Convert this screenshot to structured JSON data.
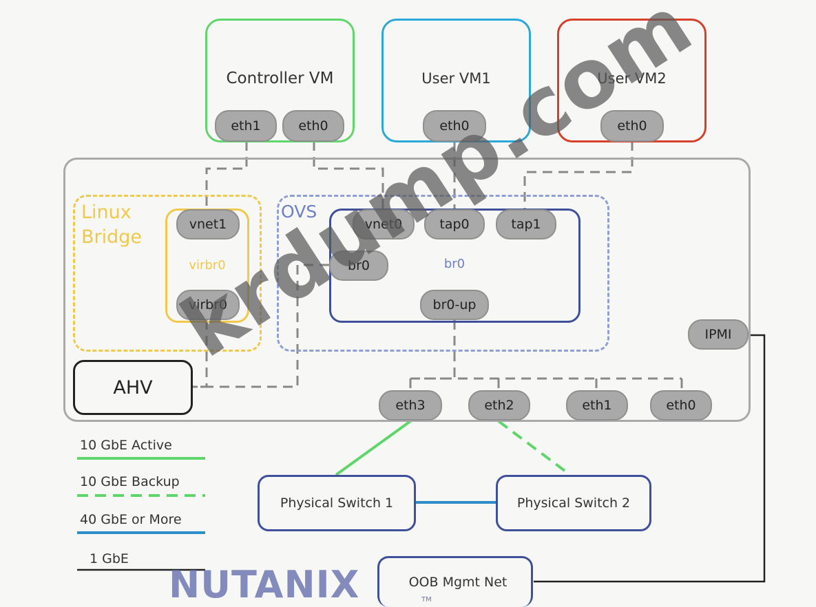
{
  "colors": {
    "controller_vm": "#5fd66a",
    "user_vm1": "#2aa8d8",
    "user_vm2": "#d6402a",
    "linux_bridge": "#f0c84a",
    "ovs": "#8f9fd4",
    "br0": "#3f4f9a",
    "host_border": "#a9a9a9",
    "link_10g_active": "#5fd66a",
    "link_40g": "#2e8fc8",
    "link_1g": "#222222",
    "nutanix_logo": "#6f77b3"
  },
  "vms": {
    "controller": {
      "title": "Controller VM",
      "nic1": "eth1",
      "nic0": "eth0"
    },
    "user1": {
      "title": "User VM1",
      "nic0": "eth0"
    },
    "user2": {
      "title": "User VM2",
      "nic0": "eth0"
    }
  },
  "linux_bridge": {
    "title": "Linux\nBridge",
    "bridge_label": "virbr0",
    "port_top": "vnet1",
    "port_bottom": "virbr0"
  },
  "ovs": {
    "title": "OVS",
    "bridge_label": "br0",
    "ports": {
      "vnet0": "vnet0",
      "tap0": "tap0",
      "tap1": "tap1",
      "br0": "br0",
      "uplink": "br0-up"
    }
  },
  "host": {
    "hypervisor": "AHV",
    "ipmi": "IPMI",
    "nics": [
      "eth3",
      "eth2",
      "eth1",
      "eth0"
    ]
  },
  "switches": {
    "switch1": "Physical Switch 1",
    "switch2": "Physical Switch 2",
    "oob": "OOB Mgmt Net"
  },
  "legend": [
    {
      "label": "10 GbE Active",
      "style": "solid",
      "color": "#5fd66a"
    },
    {
      "label": "10 GbE Backup",
      "style": "dashed",
      "color": "#5fd66a"
    },
    {
      "label": "40 GbE or More",
      "style": "solid",
      "color": "#2e8fc8"
    },
    {
      "label": "1 GbE",
      "style": "solid",
      "color": "#222222"
    }
  ],
  "logo_text": "NUTANIX",
  "logo_tm": "TM",
  "watermark": "krdump.com"
}
